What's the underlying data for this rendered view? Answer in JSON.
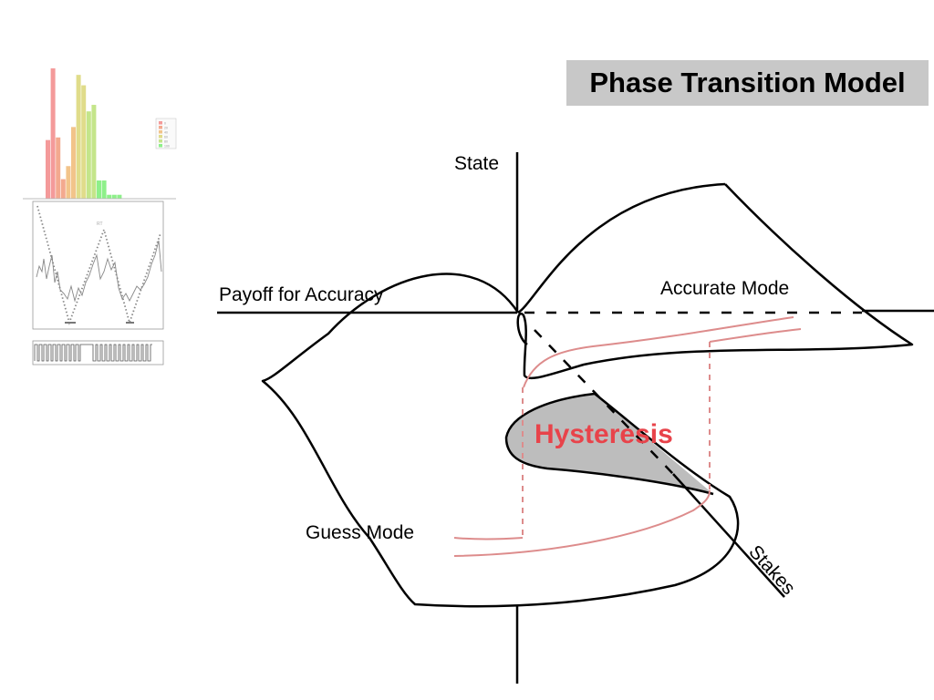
{
  "slide": {
    "title": "Phase Transition Model"
  },
  "diagram": {
    "labels": {
      "state": "State",
      "payoff": "Payoff for Accuracy",
      "accurate_mode": "Accurate Mode",
      "guess_mode": "Guess Mode",
      "hysteresis": "Hysteresis",
      "stakes": "Stakes"
    },
    "colors": {
      "line": "#000000",
      "hysteresis_text": "#e8434a",
      "fold_fill": "#bdbdbd",
      "trajectory": "#dd8c8c",
      "title_bg": "#c8c8c8"
    }
  },
  "thumbnail": {
    "line_label": "RT",
    "legend": [
      "0",
      "20",
      "40",
      "60",
      "80",
      "100"
    ],
    "bar_colors": [
      "#f49a9a",
      "#f3a98f",
      "#f2c48a",
      "#e0dc8a",
      "#c4e58a",
      "#8ef08a"
    ],
    "histogram_bars": [
      {
        "color_index": 0,
        "height": 0.45
      },
      {
        "color_index": 0,
        "height": 1.0
      },
      {
        "color_index": 1,
        "height": 0.47
      },
      {
        "color_index": 1,
        "height": 0.15
      },
      {
        "color_index": 2,
        "height": 0.25
      },
      {
        "color_index": 2,
        "height": 0.55
      },
      {
        "color_index": 3,
        "height": 0.95
      },
      {
        "color_index": 3,
        "height": 0.87
      },
      {
        "color_index": 4,
        "height": 0.67
      },
      {
        "color_index": 4,
        "height": 0.72
      },
      {
        "color_index": 5,
        "height": 0.14
      },
      {
        "color_index": 5,
        "height": 0.14
      },
      {
        "color_index": 5,
        "height": 0.03
      },
      {
        "color_index": 5,
        "height": 0.03
      },
      {
        "color_index": 5,
        "height": 0.03
      }
    ]
  }
}
